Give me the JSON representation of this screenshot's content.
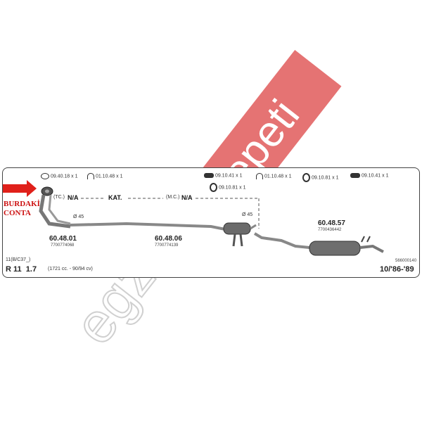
{
  "watermark": {
    "brand": "egzoz",
    "band": "sepeti",
    "color": "#e05a5a"
  },
  "callout": {
    "line1": "BURDAKİ",
    "line2": "CONTA",
    "color": "#cc1111"
  },
  "parts_header": [
    {
      "icon": "gasket-ring-icon",
      "code": "09.40.18 x 1"
    },
    {
      "icon": "clamp-icon",
      "code": "01.10.48 x 1"
    },
    {
      "icon": "rubber-hanger-icon",
      "code": "09.10.41 x 1"
    },
    {
      "icon": "hanger-ring-icon",
      "code": "09.10.81 x 1"
    },
    {
      "icon": "clamp-icon",
      "code": "01.10.48 x 1"
    },
    {
      "icon": "hanger-ring-icon",
      "code": "09.10.81 x 1"
    },
    {
      "icon": "rubber-hanger-icon",
      "code": "09.10.41 x 1"
    }
  ],
  "sections": {
    "tc": "(TC.)",
    "tc_value": "N/A",
    "kat": "KAT.",
    "mc": "(M.C.)",
    "mc_value": "N/A"
  },
  "diameters": {
    "d1": "Ø 45",
    "d2": "Ø 45"
  },
  "parts": [
    {
      "number": "60.48.01",
      "oem": "7700774068"
    },
    {
      "number": "60.48.06",
      "oem": "7700774139"
    },
    {
      "number": "60.48.57",
      "oem": "7700436442"
    }
  ],
  "footer": {
    "model_code": "11(B/C37_)",
    "model": "R 11",
    "engine": "1.7",
    "spec": "(1721 cc. - 90/94 cv)",
    "ref": "566000140",
    "years": "10/'86-'89"
  }
}
